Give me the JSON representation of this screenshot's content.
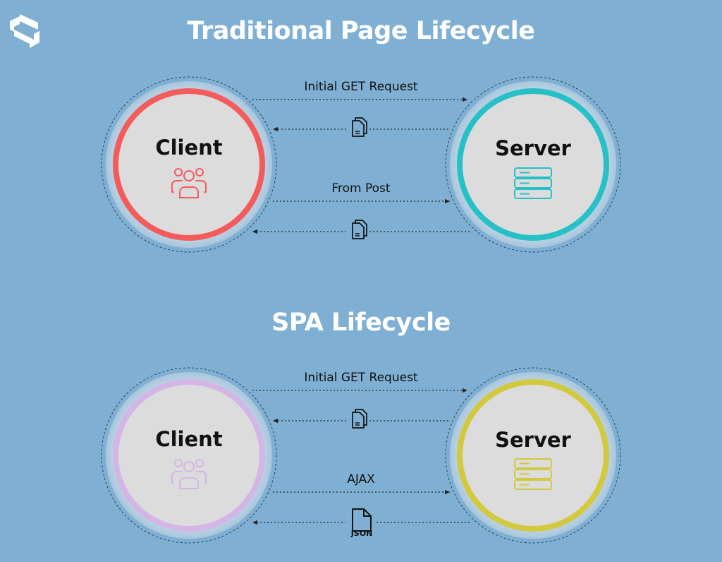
{
  "brand": {
    "logo_icon": "s-logo-icon"
  },
  "sections": [
    {
      "title": "Traditional Page Lifecycle",
      "client": {
        "label": "Client",
        "ring_color": "#f45b5b",
        "icon": "users-icon"
      },
      "server": {
        "label": "Server",
        "ring_color": "#27c0c7",
        "icon": "server-icon"
      },
      "messages": [
        {
          "label": "Initial GET Request",
          "direction": "client-to-server"
        },
        {
          "label": "",
          "direction": "server-to-client",
          "icon": "documents-icon"
        },
        {
          "label": "From Post",
          "direction": "client-to-server"
        },
        {
          "label": "",
          "direction": "server-to-client",
          "icon": "documents-icon"
        }
      ]
    },
    {
      "title": "SPA Lifecycle",
      "client": {
        "label": "Client",
        "ring_color": "#d3b6e6",
        "icon": "users-icon"
      },
      "server": {
        "label": "Server",
        "ring_color": "#d2c93f",
        "icon": "server-icon"
      },
      "messages": [
        {
          "label": "Initial GET Request",
          "direction": "client-to-server"
        },
        {
          "label": "",
          "direction": "server-to-client",
          "icon": "documents-icon"
        },
        {
          "label": "AJAX",
          "direction": "client-to-server"
        },
        {
          "label": "",
          "direction": "server-to-client",
          "icon": "json-file-icon",
          "icon_text": "JSON"
        }
      ]
    }
  ]
}
